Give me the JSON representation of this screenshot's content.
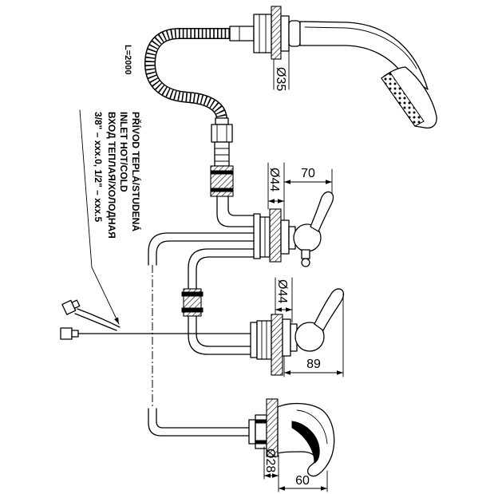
{
  "hose": {
    "length_label": "L=2000"
  },
  "hand_shower": {
    "diameter_label": "Ø35"
  },
  "inlet_note": {
    "line_1": "PŘÍVOD TEPLÁ/STUDENÁ",
    "line_2": "INLET HOT/COLD",
    "line_3": "ВХОД ТЕПЛАЯ/ХОЛОДНАЯ",
    "line_4": "3/8\" – xxx.0, 1/2\" – xxx.5"
  },
  "upper_valve": {
    "diameter_label": "Ø44",
    "reach_label": "70"
  },
  "lower_valve": {
    "diameter_label": "Ø44",
    "reach_label": "89"
  },
  "spout": {
    "diameter_label": "Ø28",
    "reach_label": "60"
  }
}
